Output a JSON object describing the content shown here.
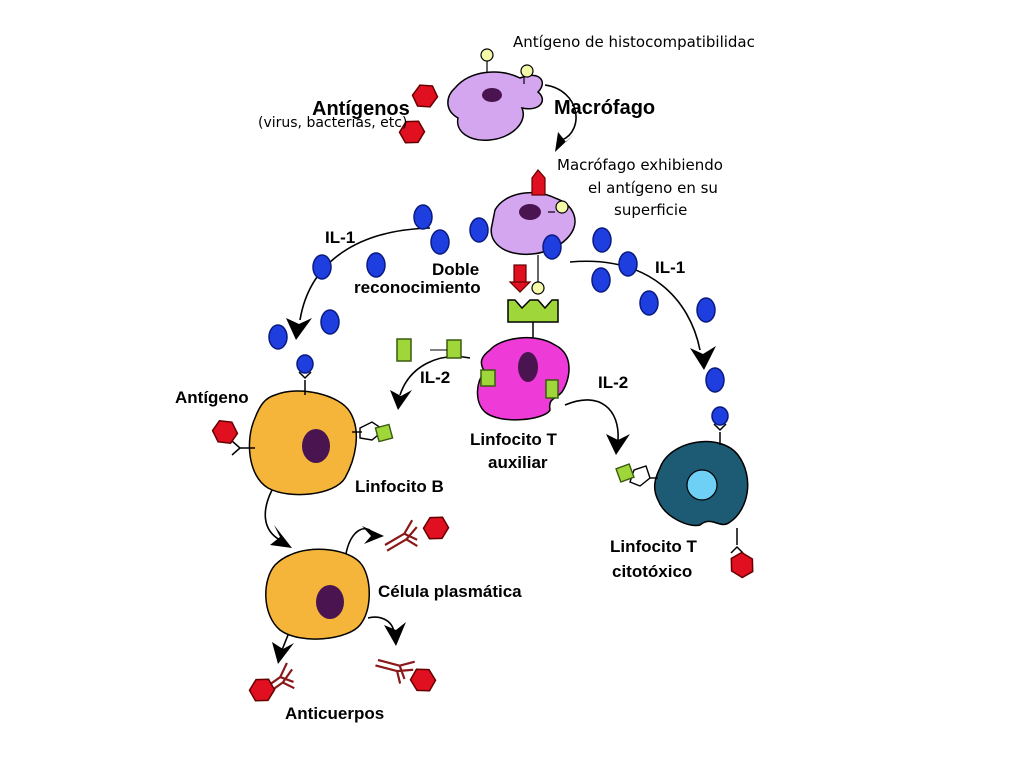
{
  "labels": {
    "histocompat": "Antígeno de histocompatibilidac",
    "antigenos": "Antígenos",
    "antigenos_sub": "(virus, bacterias, etc)",
    "macrofago": "Macrófago",
    "macro_exhib_1": "Macrófago exhibiendo",
    "macro_exhib_2": "el antígeno en su",
    "macro_exhib_3": "superficie",
    "il1_left": "IL-1",
    "il1_right": "IL-1",
    "doble_1": "Doble",
    "doble_2": "reconocimiento",
    "il2_left": "IL-2",
    "il2_right": "IL-2",
    "antigeno": "Antígeno",
    "linfocito_t_aux_1": "Linfocito T",
    "linfocito_t_aux_2": "auxiliar",
    "linfocito_b": "Linfocito B",
    "celula_plasmatica": "Célula plasmática",
    "linfocito_t_cit_1": "Linfocito T",
    "linfocito_t_cit_2": "citotóxico",
    "anticuerpos": "Anticuerpos"
  },
  "colors": {
    "macrophage": "#d4a6f0",
    "nucleus_dark": "#4a1450",
    "helper_t": "#ee3bd8",
    "b_cell": "#f5b43a",
    "cytotoxic": "#1d5a73",
    "cytotoxic_nucleus": "#6fd0f5",
    "il1_dot": "#1f3ee0",
    "il2_square": "#9fd63a",
    "antigen_red": "#e01020",
    "antibody": "#8a1a1a"
  }
}
